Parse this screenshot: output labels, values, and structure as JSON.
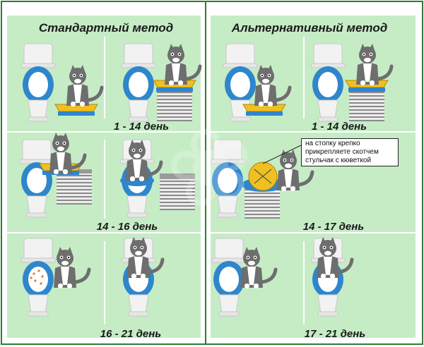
{
  "colors": {
    "panel_bg": "#c6ecc6",
    "divider": "#ffffff",
    "border": "#2e7d32",
    "seat_blue": "#2e86cc",
    "tray_yellow": "#f0c020",
    "cat_gray": "#6e6e6e",
    "stack_gray": "#9a9a9a",
    "toilet_white": "#f2f2f2"
  },
  "methods": {
    "standard": {
      "title": "Стандартный метод"
    },
    "alternative": {
      "title": "Альтернативный метод"
    }
  },
  "stages": {
    "standard": [
      "1 - 14 день",
      "14 - 16 день",
      "16 - 21 день"
    ],
    "alternative": [
      "1 - 14 день",
      "14 - 17 день",
      "17 - 21 день"
    ]
  },
  "callout": {
    "lines": [
      "на стопку крепко",
      "прикрепляете скотчем",
      "стульчак с кюветкой"
    ]
  },
  "icons": [
    "toilet-icon",
    "cat-icon",
    "litter-tray-icon",
    "paper-stack-icon",
    "toilet-seat-icon"
  ]
}
